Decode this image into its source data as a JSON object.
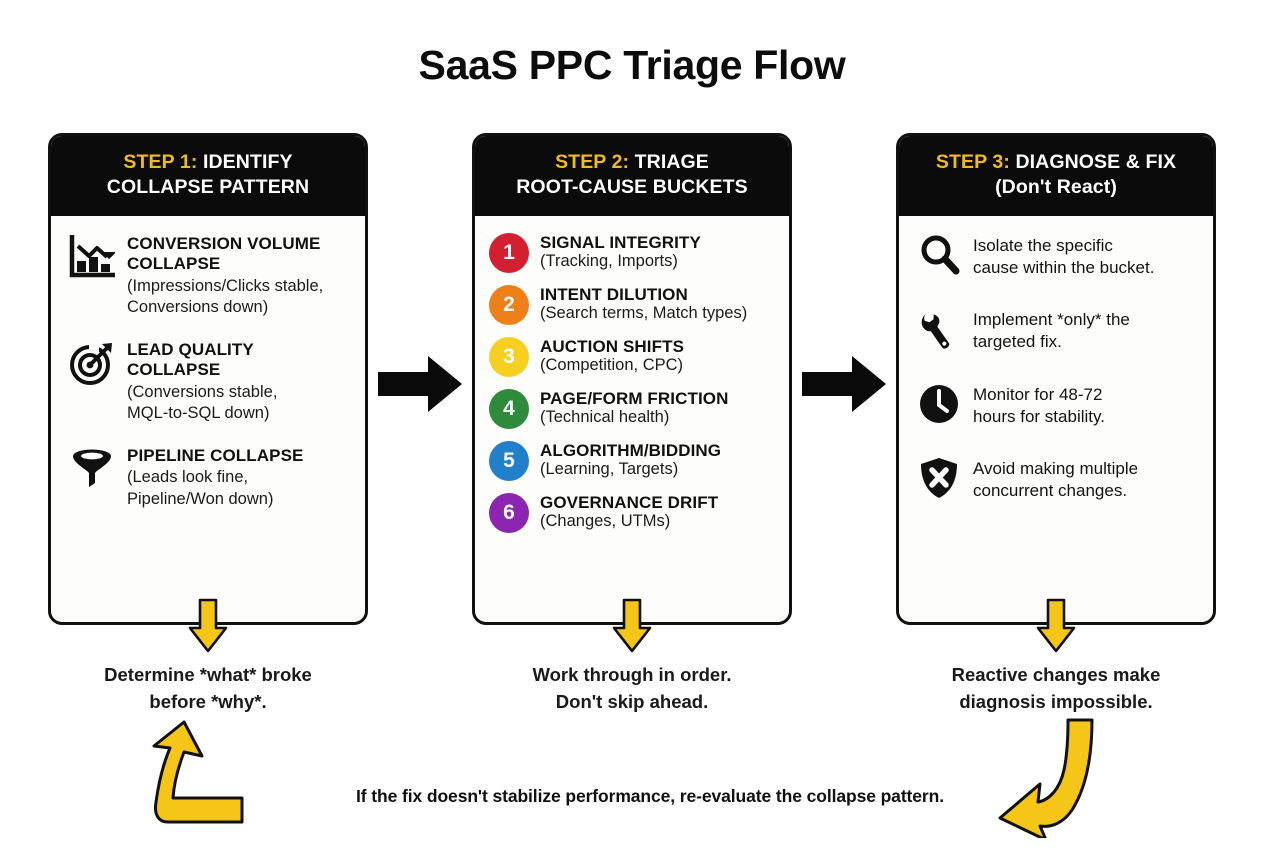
{
  "page_title": "SaaS PPC Triage Flow",
  "theme": {
    "accent_yellow": "#f5c518",
    "header_bg": "#0b0b0b",
    "step_tag_color": "#f2bb1d",
    "card_bg": "#fdfdfb",
    "border": "#111111"
  },
  "cards": [
    {
      "id": "step-1",
      "header": {
        "step": "STEP 1:",
        "title_line1": " IDENTIFY",
        "title_line2": "COLLAPSE PATTERN"
      },
      "items": [
        {
          "icon": "bar-chart-down-icon",
          "title": "CONVERSION VOLUME COLLAPSE",
          "sub_line1": "(Impressions/Clicks stable,",
          "sub_line2": "Conversions down)"
        },
        {
          "icon": "target-arrow-icon",
          "title": "LEAD QUALITY COLLAPSE",
          "sub_line1": "(Conversions stable,",
          "sub_line2": "MQL-to-SQL down)"
        },
        {
          "icon": "funnel-icon",
          "title": "PIPELINE COLLAPSE",
          "sub_line1": "(Leads look fine,",
          "sub_line2": "Pipeline/Won down)"
        }
      ],
      "caption_line1": "Determine *what* broke",
      "caption_line2": "before *why*."
    },
    {
      "id": "step-2",
      "header": {
        "step": "STEP 2:",
        "title_line1": " TRIAGE",
        "title_line2": "ROOT-CAUSE BUCKETS"
      },
      "items": [
        {
          "number": "1",
          "color": "#d22030",
          "title": "SIGNAL INTEGRITY",
          "sub": "(Tracking, Imports)"
        },
        {
          "number": "2",
          "color": "#ef7f18",
          "title": "INTENT DILUTION",
          "sub": "(Search terms, Match types)"
        },
        {
          "number": "3",
          "color": "#f7cf21",
          "title": "AUCTION SHIFTS",
          "sub": "(Competition, CPC)"
        },
        {
          "number": "4",
          "color": "#2e8b3c",
          "title": "PAGE/FORM FRICTION",
          "sub": "(Technical health)"
        },
        {
          "number": "5",
          "color": "#2180c9",
          "title": "ALGORITHM/BIDDING",
          "sub": "(Learning, Targets)"
        },
        {
          "number": "6",
          "color": "#8c25b0",
          "title": "GOVERNANCE DRIFT",
          "sub": "(Changes, UTMs)"
        }
      ],
      "caption_line1": "Work through in order.",
      "caption_line2": "Don't skip ahead."
    },
    {
      "id": "step-3",
      "header": {
        "step": "STEP 3:",
        "title_line1": " DIAGNOSE & FIX",
        "title_line2": "(Don't React)"
      },
      "items": [
        {
          "icon": "magnifier-icon",
          "line1": "Isolate the specific",
          "line2": "cause within the bucket."
        },
        {
          "icon": "wrench-icon",
          "line1": "Implement *only* the",
          "line2": "targeted fix."
        },
        {
          "icon": "clock-icon",
          "line1": "Monitor for 48-72",
          "line2": "hours for stability."
        },
        {
          "icon": "shield-x-icon",
          "line1": "Avoid making multiple",
          "line2": "concurrent changes."
        }
      ],
      "caption_line1": "Reactive changes make",
      "caption_line2": "diagnosis impossible."
    }
  ],
  "flow_arrows": [
    {
      "name": "arrow-step1-to-step2",
      "icon": "right-block-arrow-icon"
    },
    {
      "name": "arrow-step2-to-step3",
      "icon": "right-block-arrow-icon"
    }
  ],
  "feedback_loop": {
    "label": "If the fix doesn't stabilize performance, re-evaluate the collapse pattern.",
    "left_icon": "curved-up-arrow-icon",
    "right_icon": "curved-left-arrow-icon"
  }
}
